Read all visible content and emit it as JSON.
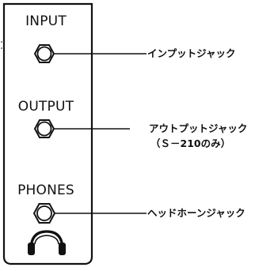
{
  "panel": {
    "labels": {
      "input": "INPUT",
      "output": "OUTPUT",
      "phones": "PHONES"
    },
    "icons": {
      "jack": "hex-jack-icon",
      "headphones": "headphones-icon"
    }
  },
  "callouts": {
    "input": "インプットジャック",
    "output": "アウトプットジャック",
    "output_note": "（Ｓ－210のみ）",
    "phones": "ヘッドホーンジャック"
  },
  "colors": {
    "ink": "#111111",
    "background": "#ffffff"
  }
}
